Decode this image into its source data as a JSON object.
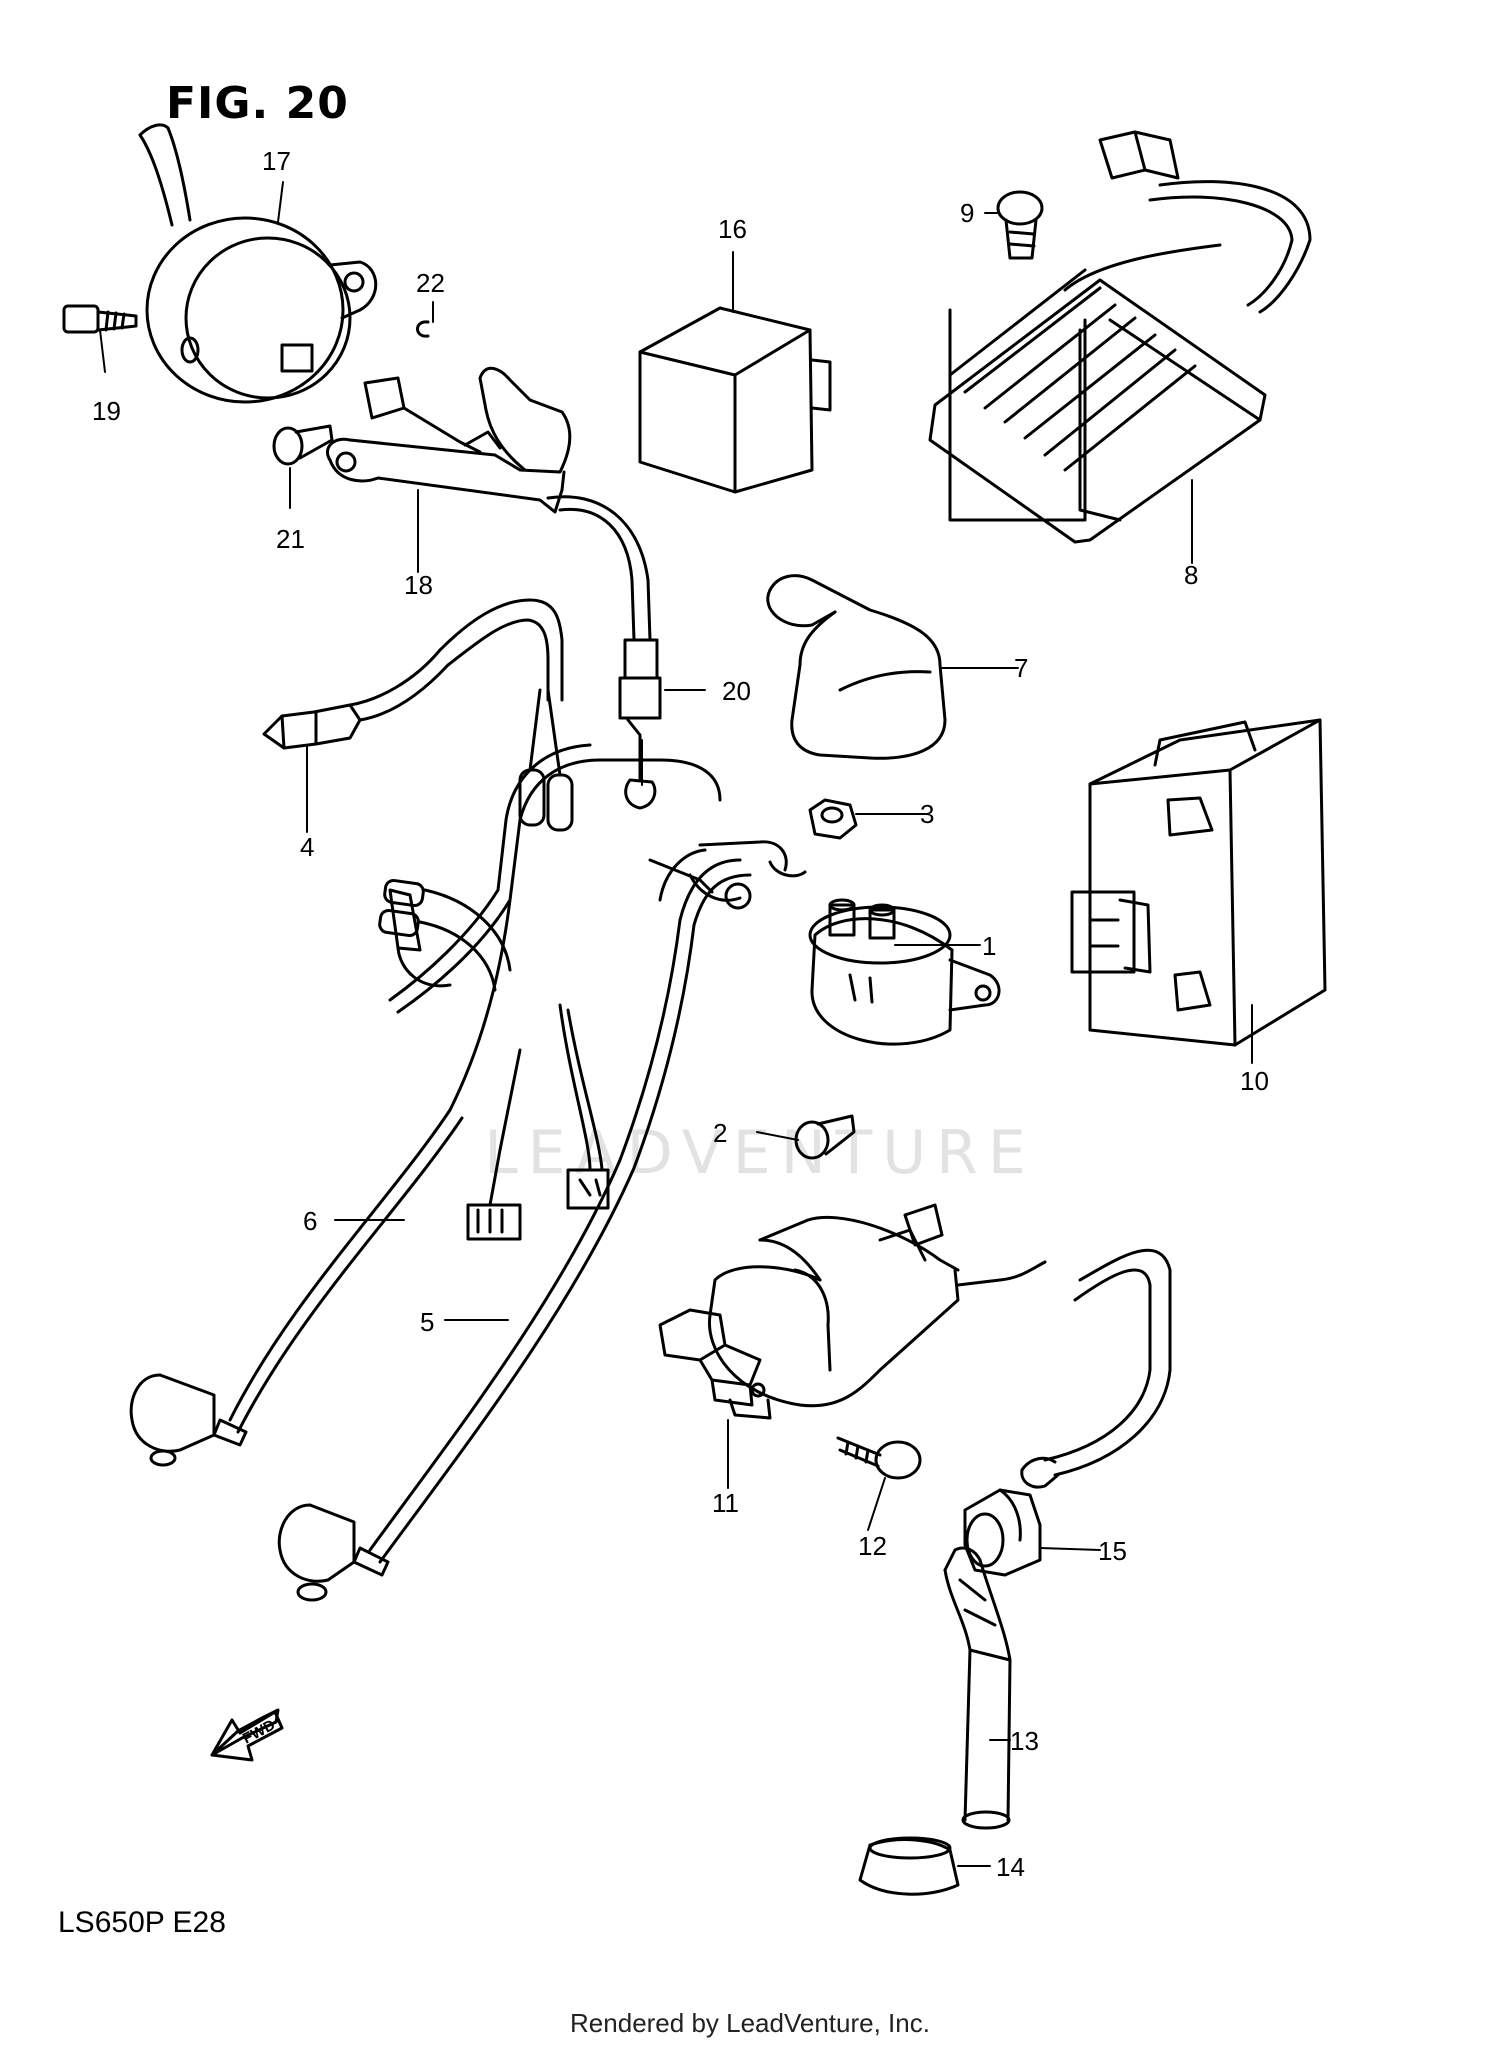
{
  "figure": {
    "title": "FIG. 20",
    "model_code": "LS650P  E28",
    "footer": "Rendered by LeadVenture, Inc.",
    "watermark": "LEADVENTURE",
    "fwd_label": "FWD"
  },
  "callouts": [
    {
      "id": "callout-17",
      "label": "17"
    },
    {
      "id": "callout-22",
      "label": "22"
    },
    {
      "id": "callout-19",
      "label": "19"
    },
    {
      "id": "callout-21",
      "label": "21"
    },
    {
      "id": "callout-18",
      "label": "18"
    },
    {
      "id": "callout-16",
      "label": "16"
    },
    {
      "id": "callout-9",
      "label": "9"
    },
    {
      "id": "callout-8",
      "label": "8"
    },
    {
      "id": "callout-7",
      "label": "7"
    },
    {
      "id": "callout-20",
      "label": "20"
    },
    {
      "id": "callout-4",
      "label": "4"
    },
    {
      "id": "callout-3",
      "label": "3"
    },
    {
      "id": "callout-1",
      "label": "1"
    },
    {
      "id": "callout-10",
      "label": "10"
    },
    {
      "id": "callout-2",
      "label": "2"
    },
    {
      "id": "callout-6",
      "label": "6"
    },
    {
      "id": "callout-5",
      "label": "5"
    },
    {
      "id": "callout-11",
      "label": "11"
    },
    {
      "id": "callout-12",
      "label": "12"
    },
    {
      "id": "callout-15",
      "label": "15"
    },
    {
      "id": "callout-13",
      "label": "13"
    },
    {
      "id": "callout-14",
      "label": "14"
    }
  ]
}
